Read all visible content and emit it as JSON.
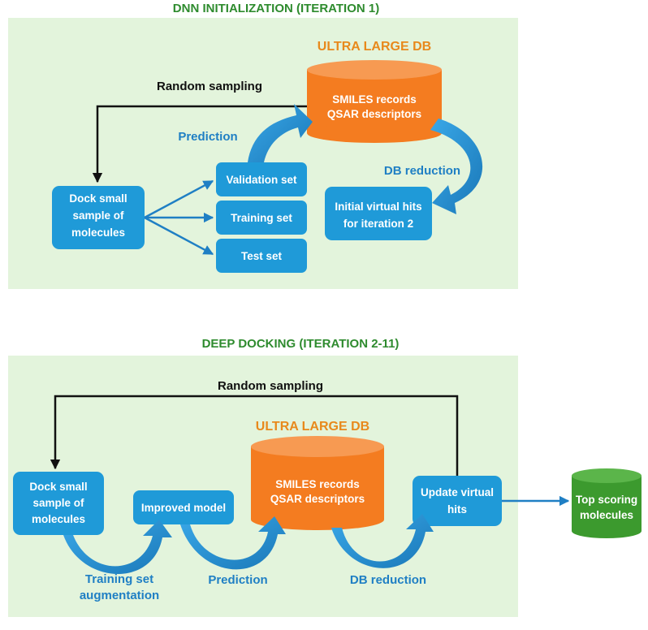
{
  "panel1": {
    "title": "DNN INITIALIZATION (ITERATION 1)",
    "db_title": "ULTRA LARGE DB",
    "db_lines": [
      "SMILES records",
      "QSAR descriptors"
    ],
    "random_sampling": "Random sampling",
    "prediction": "Prediction",
    "db_reduction": "DB reduction",
    "dock_lines": [
      "Dock small",
      "sample of",
      "molecules"
    ],
    "validation_set": "Validation set",
    "training_set": "Training set",
    "test_set": "Test set",
    "hits_lines": [
      "Initial virtual hits",
      "for iteration 2"
    ]
  },
  "panel2": {
    "title": "DEEP DOCKING (ITERATION 2-11)",
    "random_sampling": "Random sampling",
    "db_title": "ULTRA LARGE DB",
    "db_lines": [
      "SMILES records",
      "QSAR descriptors"
    ],
    "dock_lines": [
      "Dock small",
      "sample of",
      "molecules"
    ],
    "improved_model": "Improved model",
    "update_lines": [
      "Update virtual",
      "hits"
    ],
    "top_lines": [
      "Top scoring",
      "molecules"
    ],
    "training_aug_lines": [
      "Training set",
      "augmentation"
    ],
    "prediction": "Prediction",
    "db_reduction": "DB reduction"
  },
  "colors": {
    "panel_bg": "#e3f4dc",
    "box_blue": "#1f9ad8",
    "db_orange": "#f47c20",
    "db_green": "#3c9a2e",
    "title_green": "#2e8b2e",
    "db_title_orange": "#e8891c",
    "label_blue": "#1f7fc4"
  }
}
